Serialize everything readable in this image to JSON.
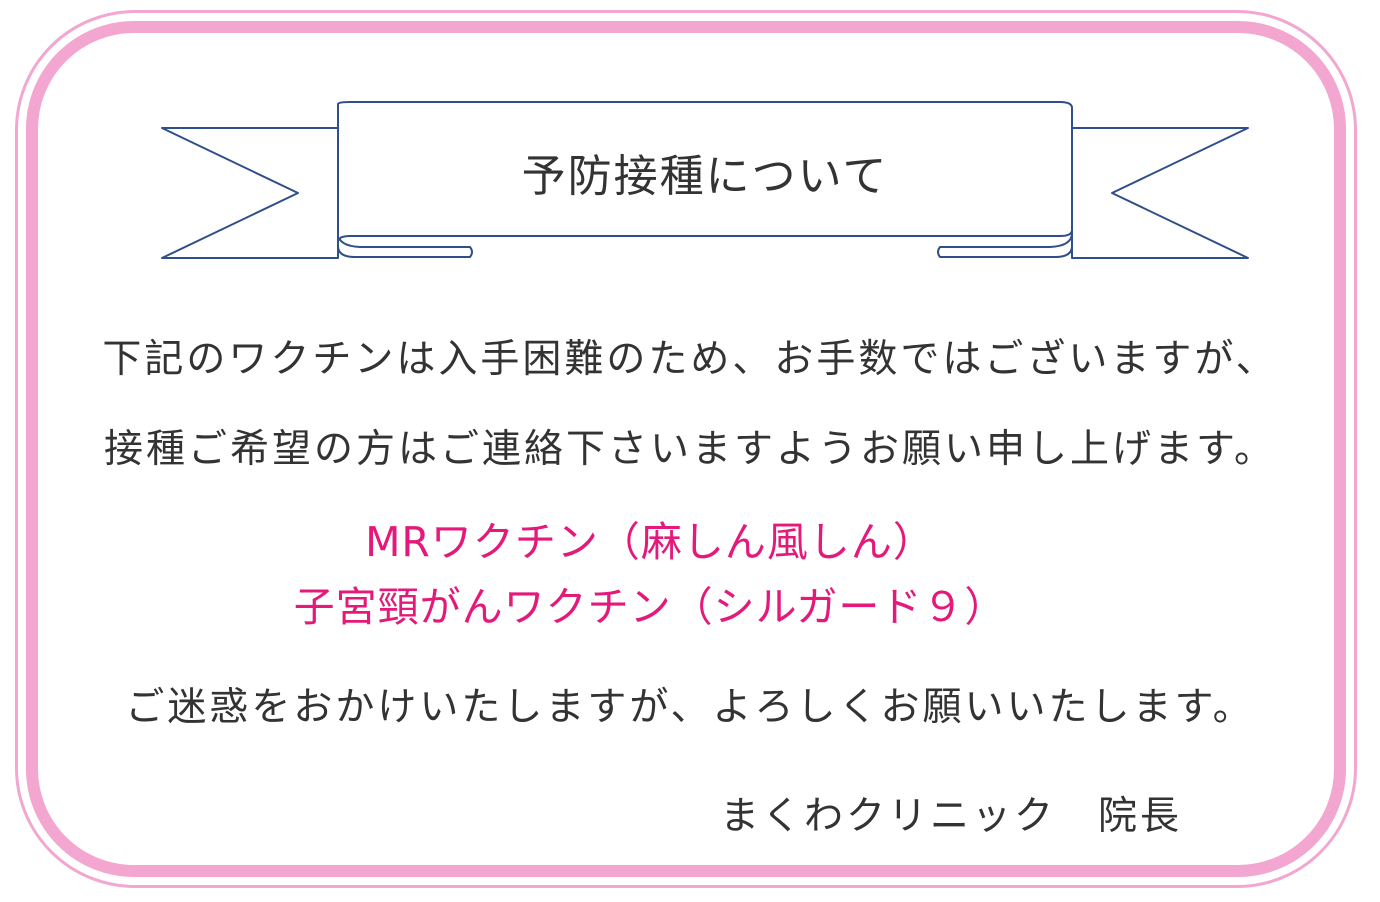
{
  "title": "予防接種について",
  "body": {
    "line1": "下記のワクチンは入手困難のため、お手数ではございますが、",
    "line2": "接種ご希望の方はご連絡下さいますようお願い申し上げます。"
  },
  "vaccines": [
    "MRワクチン（麻しん風しん）",
    "子宮頸がんワクチン（シルガード９）"
  ],
  "closing": "ご迷惑をおかけいたしますが、よろしくお願いいたします。",
  "signature": "まくわクリニック　院長",
  "colors": {
    "frame": "#f3a6cf",
    "banner_stroke": "#2f4f8a",
    "vaccine_text": "#e5197a",
    "body_text": "#333333"
  }
}
